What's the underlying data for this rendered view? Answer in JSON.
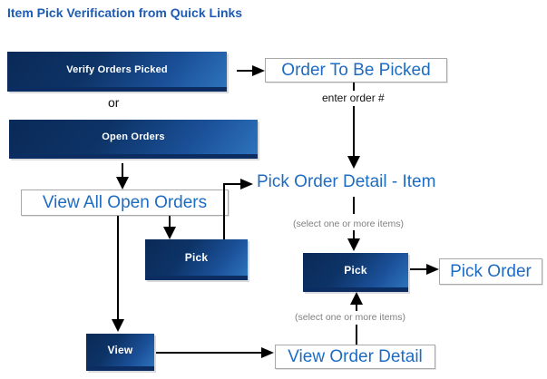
{
  "title": "Item Pick Verification from Quick Links",
  "colors": {
    "title_blue": "#1d5cb5",
    "label_blue": "#1e6cc2",
    "button_navy_dark": "#0a2a58",
    "button_blue_light": "#2d73bc",
    "box_border_gray": "#a9a9a9",
    "note_gray": "#808080"
  },
  "nodes": {
    "verify_orders_picked": "Verify Orders Picked",
    "or_label": "or",
    "open_orders": "Open Orders",
    "order_to_be_picked": "Order To Be Picked",
    "enter_order_note": "enter order #",
    "view_all_open_orders": "View All Open Orders",
    "pick_order_detail_item": "Pick Order Detail - Item",
    "select_items_note_1": "(select one or more items)",
    "pick_left": "Pick",
    "pick_right": "Pick",
    "pick_order": "Pick Order",
    "select_items_note_2": "(select one or more items)",
    "view": "View",
    "view_order_detail": "View Order Detail"
  }
}
